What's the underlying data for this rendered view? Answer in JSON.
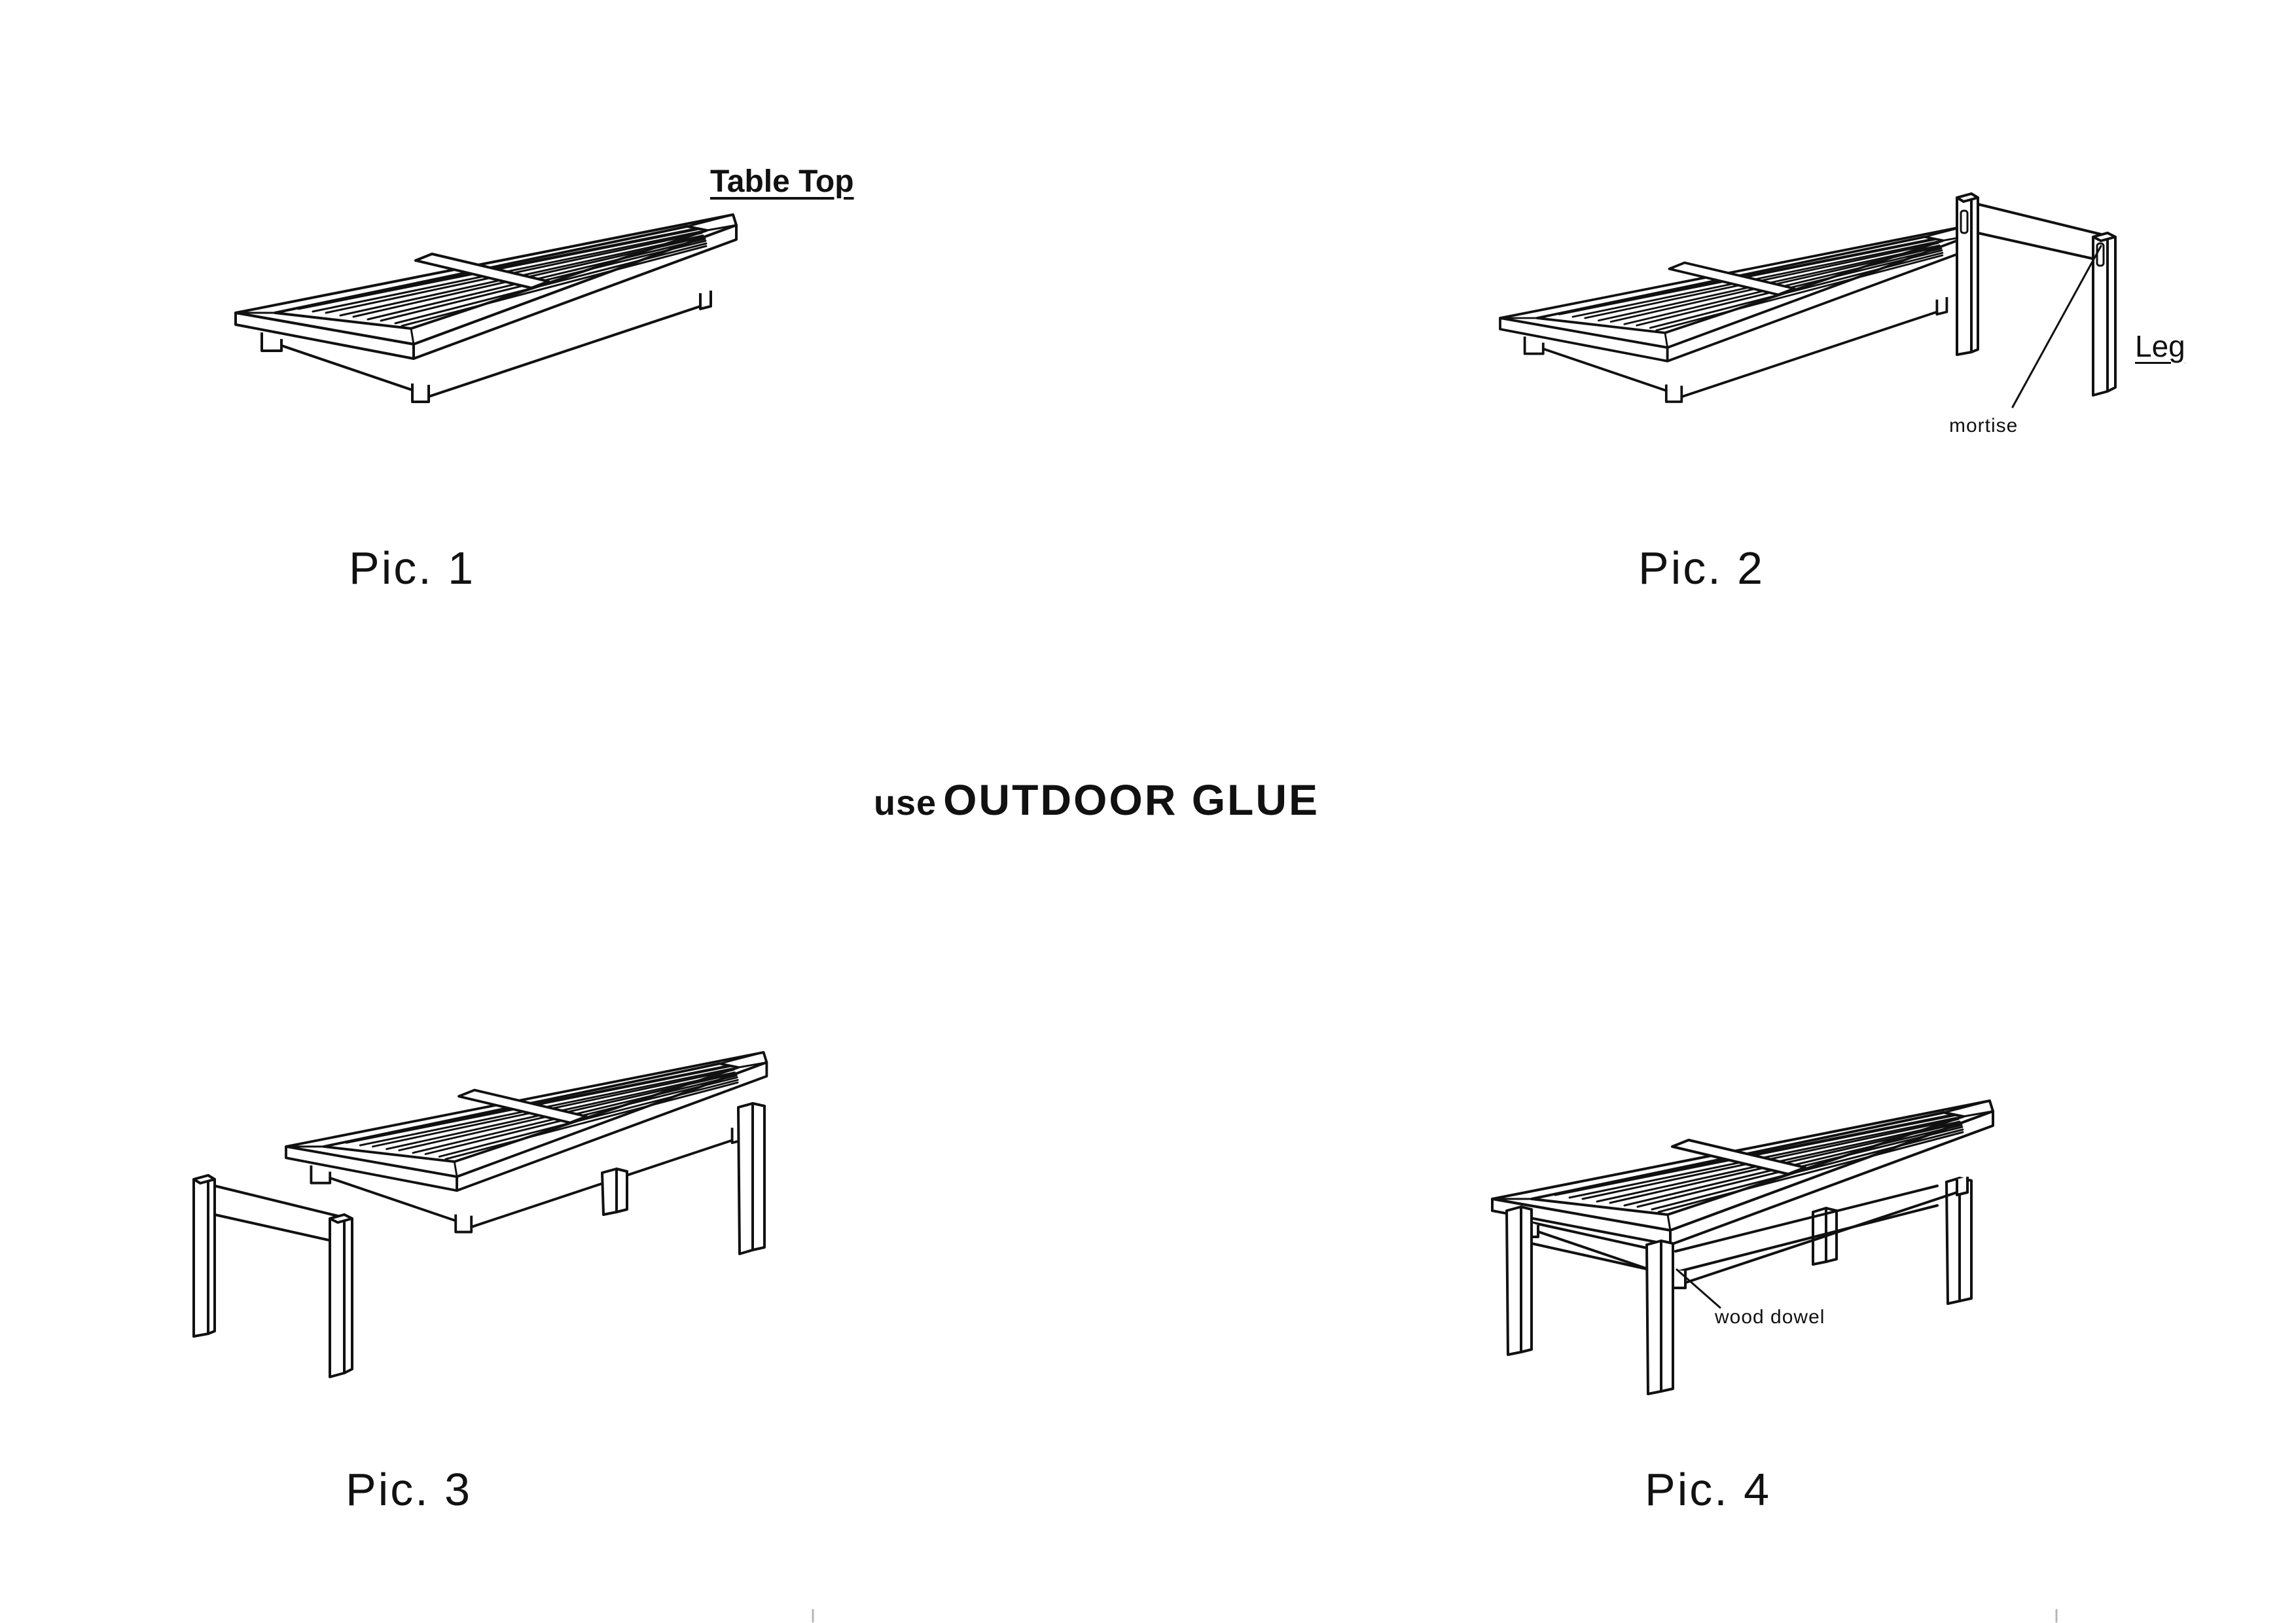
{
  "labels": {
    "table_top": "Table Top",
    "leg": "Leg",
    "mortise": "mortise",
    "wood_dowel": "wood dowel",
    "glue_prefix": "use",
    "glue_main": "OUTDOOR GLUE",
    "pic1": "Pic. 1",
    "pic2": "Pic. 2",
    "pic3": "Pic. 3",
    "pic4": "Pic. 4"
  }
}
